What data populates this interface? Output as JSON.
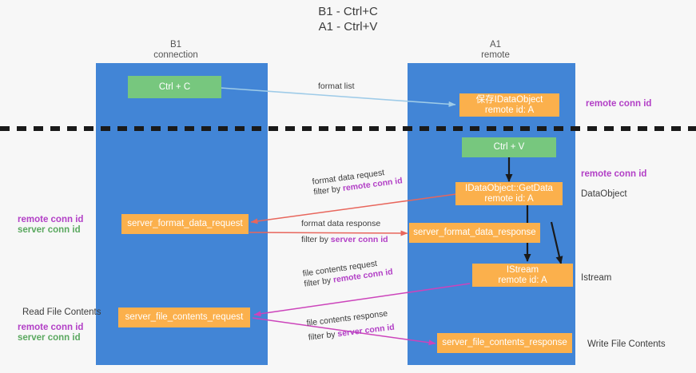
{
  "title": {
    "line1": "B1 - Ctrl+C",
    "line2": "A1 - Ctrl+V"
  },
  "colors": {
    "panel": "#4285d6",
    "node_green": "#77c77e",
    "node_orange": "#fbb04c",
    "accent_purple": "#b23fc6",
    "accent_green": "#5aa85f",
    "arrow_lightblue": "#9ecbe8",
    "arrow_red": "#e8665c",
    "arrow_magenta": "#cc44bb",
    "arrow_black": "#1a1a1a",
    "background": "#f7f7f7",
    "divider": "#1a1a1a"
  },
  "columns": [
    {
      "name": "B1",
      "role": "connection"
    },
    {
      "name": "A1",
      "role": "remote"
    }
  ],
  "nodes": [
    {
      "id": "ctrl-c",
      "label": "Ctrl + C",
      "kind": "green",
      "column": "B1"
    },
    {
      "id": "save-idataobject",
      "label": "保存IDataObject\nremote id: A",
      "kind": "orange",
      "column": "A1"
    },
    {
      "id": "ctrl-v",
      "label": "Ctrl + V",
      "kind": "green",
      "column": "A1"
    },
    {
      "id": "idataobject-getdata",
      "label": "IDataObject::GetData\nremote id: A",
      "kind": "orange",
      "column": "A1"
    },
    {
      "id": "server-format-data-request",
      "label": "server_format_data_request",
      "kind": "orange",
      "column": "B1"
    },
    {
      "id": "server-format-data-response",
      "label": "server_format_data_response",
      "kind": "orange",
      "column": "A1"
    },
    {
      "id": "istream",
      "label": "IStream\nremote id: A",
      "kind": "orange",
      "column": "A1"
    },
    {
      "id": "server-file-contents-request",
      "label": "server_file_contents_request",
      "kind": "orange",
      "column": "B1"
    },
    {
      "id": "server-file-contents-response",
      "label": "server_file_contents_response",
      "kind": "orange",
      "column": "A1"
    }
  ],
  "node_text": {
    "ctrl_c": "Ctrl + C",
    "save_idataobject_l1": "保存IDataObject",
    "save_idataobject_l2": "remote id: A",
    "ctrl_v": "Ctrl + V",
    "getdata_l1": "IDataObject::GetData",
    "getdata_l2": "remote id: A",
    "format_data_request": "server_format_data_request",
    "format_data_response": "server_format_data_response",
    "istream_l1": "IStream",
    "istream_l2": "remote id: A",
    "file_contents_request": "server_file_contents_request",
    "file_contents_response": "server_file_contents_response"
  },
  "edge_labels": {
    "format_list": "format list",
    "format_data_request": "format data request",
    "format_data_request_filter_prefix": "filter by ",
    "format_data_request_filter_key": "remote conn id",
    "format_data_response": "format data response",
    "format_data_response_filter_prefix": "filter by ",
    "format_data_response_filter_key": "server conn id",
    "file_contents_request": "file contents request",
    "file_contents_request_filter_prefix": "filter by ",
    "file_contents_request_filter_key": "remote conn id",
    "file_contents_response": "file contents response",
    "file_contents_response_filter_prefix": "filter by ",
    "file_contents_response_filter_key": "server conn id"
  },
  "side_labels": {
    "right_top_remote_conn_id": "remote conn id",
    "right_mid_remote_conn_id": "remote conn id",
    "right_dataobject": "DataObject",
    "right_istream": "Istream",
    "right_write_file_contents": "Write File Contents",
    "left_remote_conn_id_1": "remote conn id",
    "left_server_conn_id_1": "server conn id",
    "left_read_file_contents": "Read File Contents",
    "left_remote_conn_id_2": "remote conn id",
    "left_server_conn_id_2": "server conn id"
  }
}
